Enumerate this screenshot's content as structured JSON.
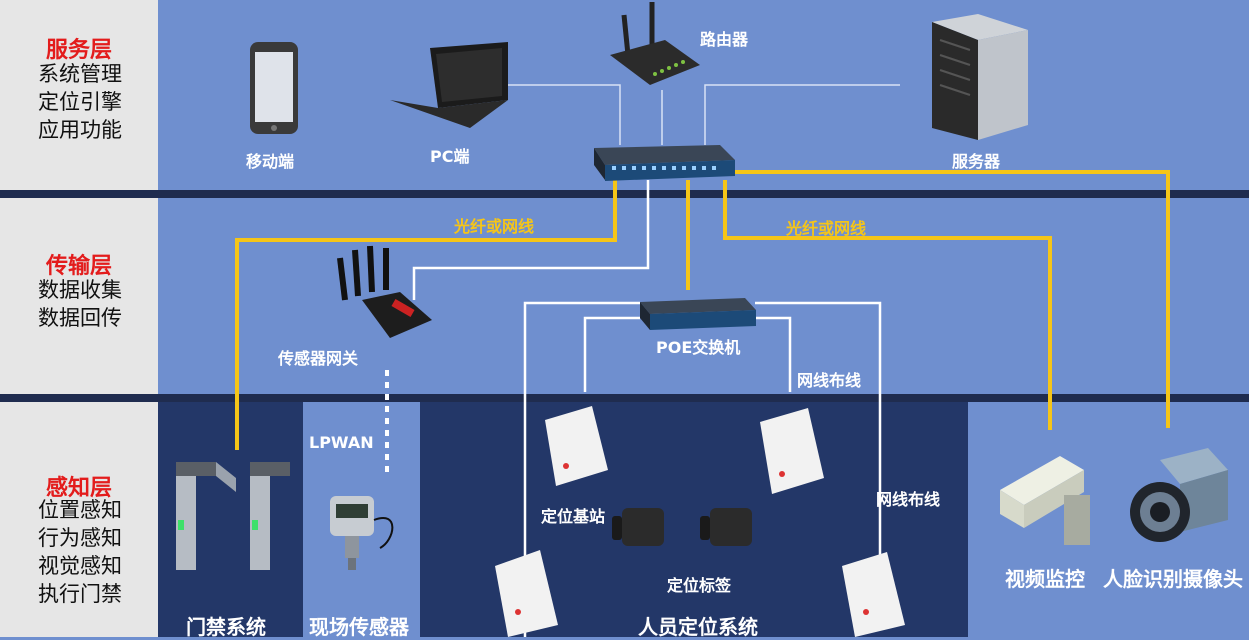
{
  "layers": [
    {
      "title": "服务层",
      "lines": [
        "系统管理",
        "定位引擎",
        "应用功能"
      ]
    },
    {
      "title": "传输层",
      "lines": [
        "数据收集",
        "数据回传"
      ]
    },
    {
      "title": "感知层",
      "lines": [
        "位置感知",
        "行为感知",
        "视觉感知",
        "执行门禁"
      ]
    }
  ],
  "devices": {
    "mobile": "移动端",
    "pc": "PC端",
    "router": "路由器",
    "server": "服务器",
    "sensor_gateway": "传感器网关",
    "poe_switch": "POE交换机",
    "lpwan": "LPWAN",
    "base_station": "定位基站",
    "tag": "定位标签",
    "video": "视频监控",
    "face_camera": "人脸识别摄像头"
  },
  "link_labels": {
    "fiber_left": "光纤或网线",
    "fiber_right": "光纤或网线",
    "cable_1": "网线布线",
    "cable_2": "网线布线"
  },
  "systems": {
    "access": "门禁系统",
    "field_sensor": "现场传感器",
    "personnel": "人员定位系统"
  },
  "colors": {
    "background": "#6f8fcf",
    "panel_dark": "#233768",
    "accent_yellow": "#f5c518",
    "title_red": "#e31c1c"
  }
}
